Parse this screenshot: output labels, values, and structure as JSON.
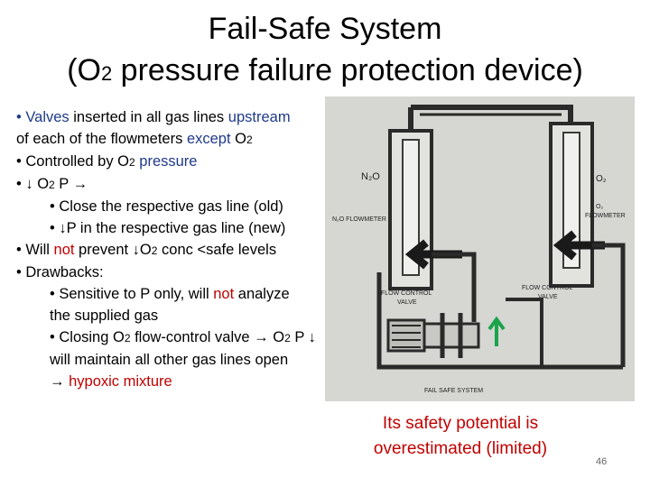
{
  "title": {
    "line1": "Fail-Safe System",
    "line2_pre": "(O",
    "line2_sub": "2",
    "line2_post": " pressure failure protection device)"
  },
  "bullets": {
    "b1_a": "• Valves",
    "b1_b": " inserted in all gas lines ",
    "b1_c": "upstream",
    "b1_d": "of each of the flowmeters ",
    "b1_e": "except",
    "b1_f": " O",
    "b1_g": "2",
    "b2_a": "• Controlled by O",
    "b2_b": "2",
    "b2_c": " pressure",
    "b3_a": "• ↓ O",
    "b3_b": "2",
    "b3_c": " P →",
    "b4": "• Close the respective gas line (old)",
    "b5": "• ↓P in the respective gas line (new)",
    "b6_a": "• Will ",
    "b6_b": "not",
    "b6_c": " prevent ↓O",
    "b6_d": "2",
    "b6_e": " conc <safe levels",
    "b7": "• Drawbacks:",
    "b8_a": "• Sensitive to P only, will ",
    "b8_b": "not",
    "b8_c": " analyze",
    "b8_d": "the supplied gas",
    "b9_a": "• Closing O",
    "b9_b": "2",
    "b9_c": " flow-control valve → O",
    "b9_d": "2",
    "b9_e": " P ↓",
    "b9_f": "will maintain all other gas lines open",
    "b10_a": "→ ",
    "b10_b": "hypoxic mixture"
  },
  "diagram": {
    "left_gas": "N₂O",
    "right_gas": "O₂",
    "left_flowmeter": "N₂O FLOWMETER",
    "right_flowmeter_1": "O₂",
    "right_flowmeter_2": "FLOWMETER",
    "left_valve_1": "FLOW CONTROL",
    "left_valve_2": "VALVE",
    "right_valve_1": "FLOW CONTROL",
    "right_valve_2": "VALVE",
    "caption": "FAIL SAFE SYSTEM"
  },
  "note": {
    "line1": "Its safety potential is",
    "line2": "overestimated (limited)"
  },
  "page_number": "46",
  "colors": {
    "accent_blue": "#1f3a8a",
    "accent_red": "#c00000",
    "marker_green": "#1aa34a"
  }
}
